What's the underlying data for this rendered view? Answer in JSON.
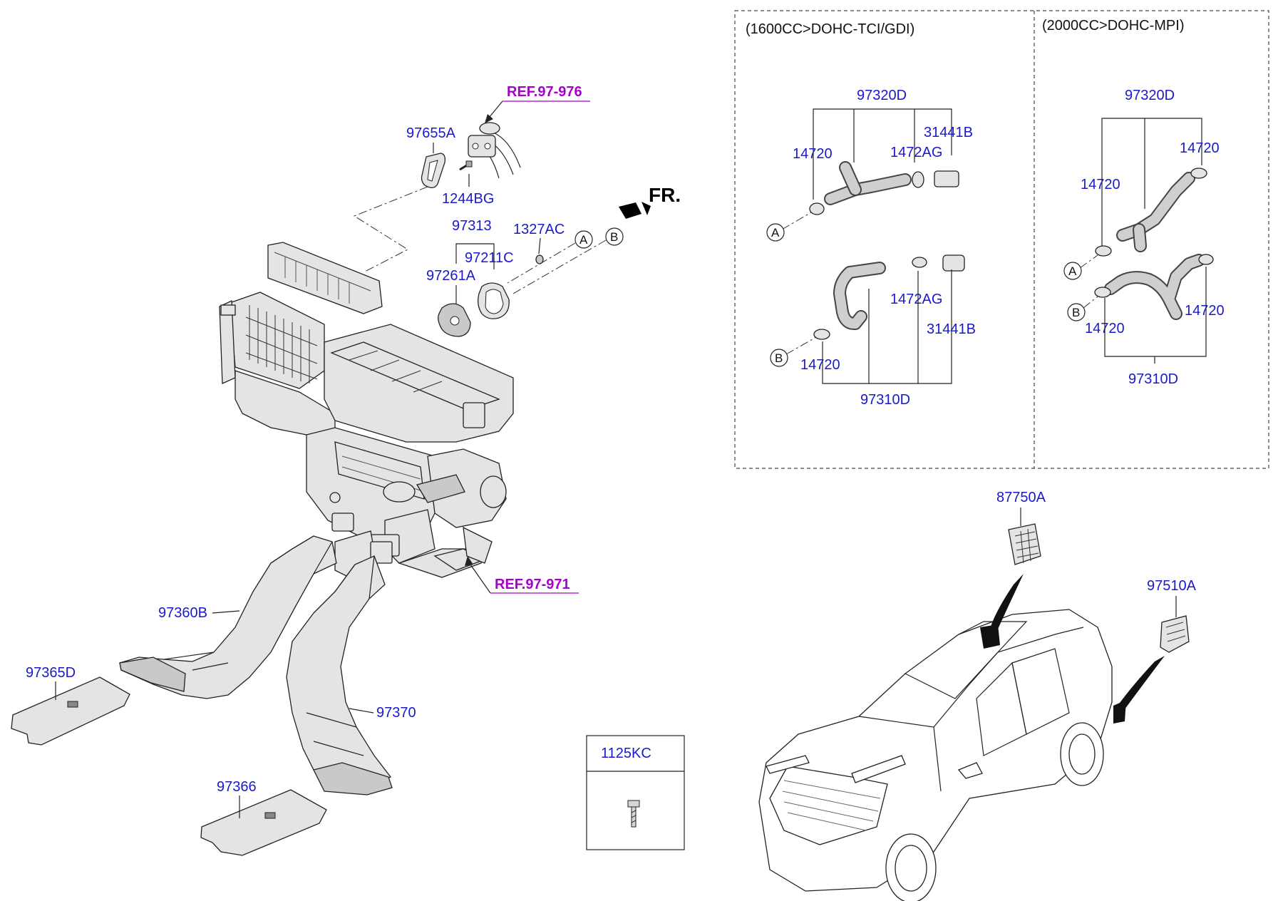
{
  "panels": {
    "left_header": "(1600CC>DOHC-TCI/GDI)",
    "right_header": "(2000CC>DOHC-MPI)"
  },
  "direction": "FR.",
  "refs": {
    "ref_976": "REF.97-976",
    "ref_971": "REF.97-971"
  },
  "parts": {
    "p97655A": "97655A",
    "p1244BG": "1244BG",
    "p97313": "97313",
    "p1327AC": "1327AC",
    "p97211C": "97211C",
    "p97261A": "97261A",
    "p97360B": "97360B",
    "p97365D": "97365D",
    "p97370": "97370",
    "p97366": "97366",
    "p87750A": "87750A",
    "p97510A": "97510A"
  },
  "inset_1600": {
    "top_group": "97320D",
    "top_left": "14720",
    "top_mid": "1472AG",
    "top_right": "31441B",
    "bottom_mid": "1472AG",
    "bottom_right": "31441B",
    "bottom_left": "14720",
    "bottom_group": "97310D"
  },
  "inset_2000": {
    "top_group": "97320D",
    "top_right": "14720",
    "top_left": "14720",
    "bottom_left": "14720",
    "bottom_right": "14720",
    "bottom_group": "97310D"
  },
  "callouts": {
    "a": "A",
    "b": "B"
  },
  "fastener_box": {
    "label": "1125KC"
  },
  "icons": [
    "bolt-icon",
    "arrow-icon",
    "hvac-unit-illustration",
    "car-illustration",
    "duct-illustration",
    "hose-illustration"
  ]
}
